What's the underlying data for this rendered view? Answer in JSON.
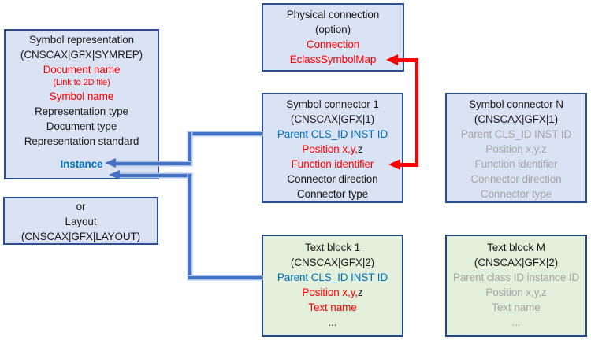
{
  "colors": {
    "blue_box_fill": "#DAE3F3",
    "green_box_fill": "#E2EFDA",
    "box_border": "#2A4E8F",
    "red_text": "#FF0000",
    "blue_text": "#0070C0",
    "gray_text": "#A6A6A6",
    "black_text": "#1a1a1a",
    "blue_line": "#4472C4",
    "red_line": "#FF0000"
  },
  "boxes": {
    "symbol_representation": {
      "title": "Symbol representation",
      "subtitle": "(CNSCAX|GFX|SYMREP)",
      "document_name": "Document name",
      "link_note": "(Link to 2D file)",
      "symbol_name": "Symbol name",
      "representation_type": "Representation type",
      "document_type": "Document type",
      "representation_standard": "Representation standard",
      "instance": "Instance"
    },
    "layout": {
      "line1": "or",
      "line2": "Layout",
      "line3": "(CNSCAX|GFX|LAYOUT)"
    },
    "physical_connection": {
      "title": "Physical connection",
      "subtitle": "(option)",
      "connection": "Connection",
      "eclass_symbol_map": "EclassSymbolMap"
    },
    "symbol_connector_1": {
      "title": "Symbol connector 1",
      "subtitle": "(CNSCAX|GFX|1)",
      "parent": "Parent CLS_ID INST ID",
      "position_red": "Position x,y,",
      "position_black": "z",
      "function_identifier": "Function identifier",
      "connector_direction": "Connector direction",
      "connector_type": "Connector type"
    },
    "symbol_connector_n": {
      "title": "Symbol connector N",
      "subtitle": "(CNSCAX|GFX|1)",
      "parent": "Parent CLS_ID INST ID",
      "position": "Position x,y,z",
      "function_identifier": "Function identifier",
      "connector_direction": "Connector direction",
      "connector_type": "Connector type"
    },
    "text_block_1": {
      "title": "Text block 1",
      "subtitle": "(CNSCAX|GFX|2)",
      "parent": "Parent CLS_ID INST ID",
      "position_red": "Position x,y,",
      "position_black": "z",
      "text_name": "Text name",
      "ellipsis": "..."
    },
    "text_block_m": {
      "title": "Text block M",
      "subtitle": "(CNSCAX|GFX|2)",
      "parent": "Parent class ID instance ID",
      "position": "Position x,y,z",
      "text_name": "Text name",
      "ellipsis": "..."
    }
  }
}
